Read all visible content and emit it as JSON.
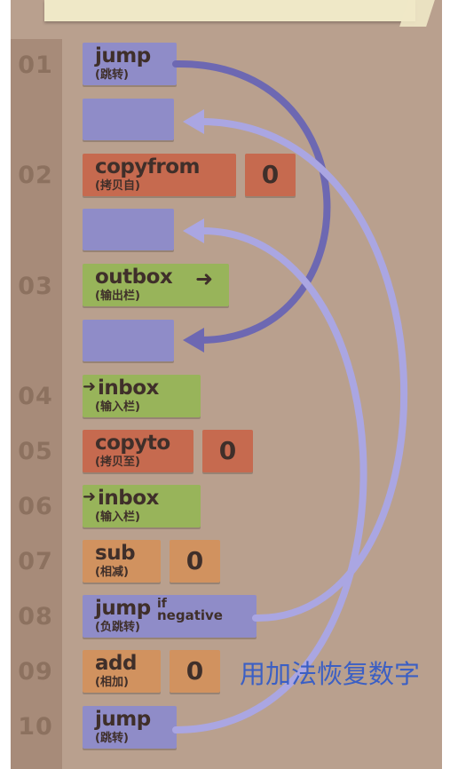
{
  "line_numbers": [
    "01",
    "02",
    "03",
    "04",
    "05",
    "06",
    "07",
    "08",
    "09",
    "10"
  ],
  "commands": {
    "jump1": {
      "name": "jump",
      "sub": "(跳转)"
    },
    "copyfrom": {
      "name": "copyfrom",
      "sub": "(拷贝自)",
      "arg": "0"
    },
    "outbox": {
      "name": "outbox",
      "sub": "(输出栏)",
      "icon": "➜"
    },
    "inbox1": {
      "name": "inbox",
      "sub": "(输入栏)",
      "icon": "➜"
    },
    "copyto": {
      "name": "copyto",
      "sub": "(拷贝至)",
      "arg": "0"
    },
    "inbox2": {
      "name": "inbox",
      "sub": "(输入栏)",
      "icon": "➜"
    },
    "sub": {
      "name": "sub",
      "sub": "(相减)",
      "arg": "0"
    },
    "jumpneg": {
      "name": "jump",
      "if": "if",
      "neg": "negative",
      "sub": "(负跳转)"
    },
    "add": {
      "name": "add",
      "sub": "(相加)",
      "arg": "0"
    },
    "jump10": {
      "name": "jump",
      "sub": "(跳转)"
    }
  },
  "caption": "用加法恢复数字",
  "colors": {
    "jump": "#8f8cc8",
    "copy": "#c66a4f",
    "io": "#98b45a",
    "math": "#d1925f",
    "arrow_dark": "#6d68b2",
    "arrow_light": "#aaa6e2",
    "caption": "#3b5fc4"
  }
}
